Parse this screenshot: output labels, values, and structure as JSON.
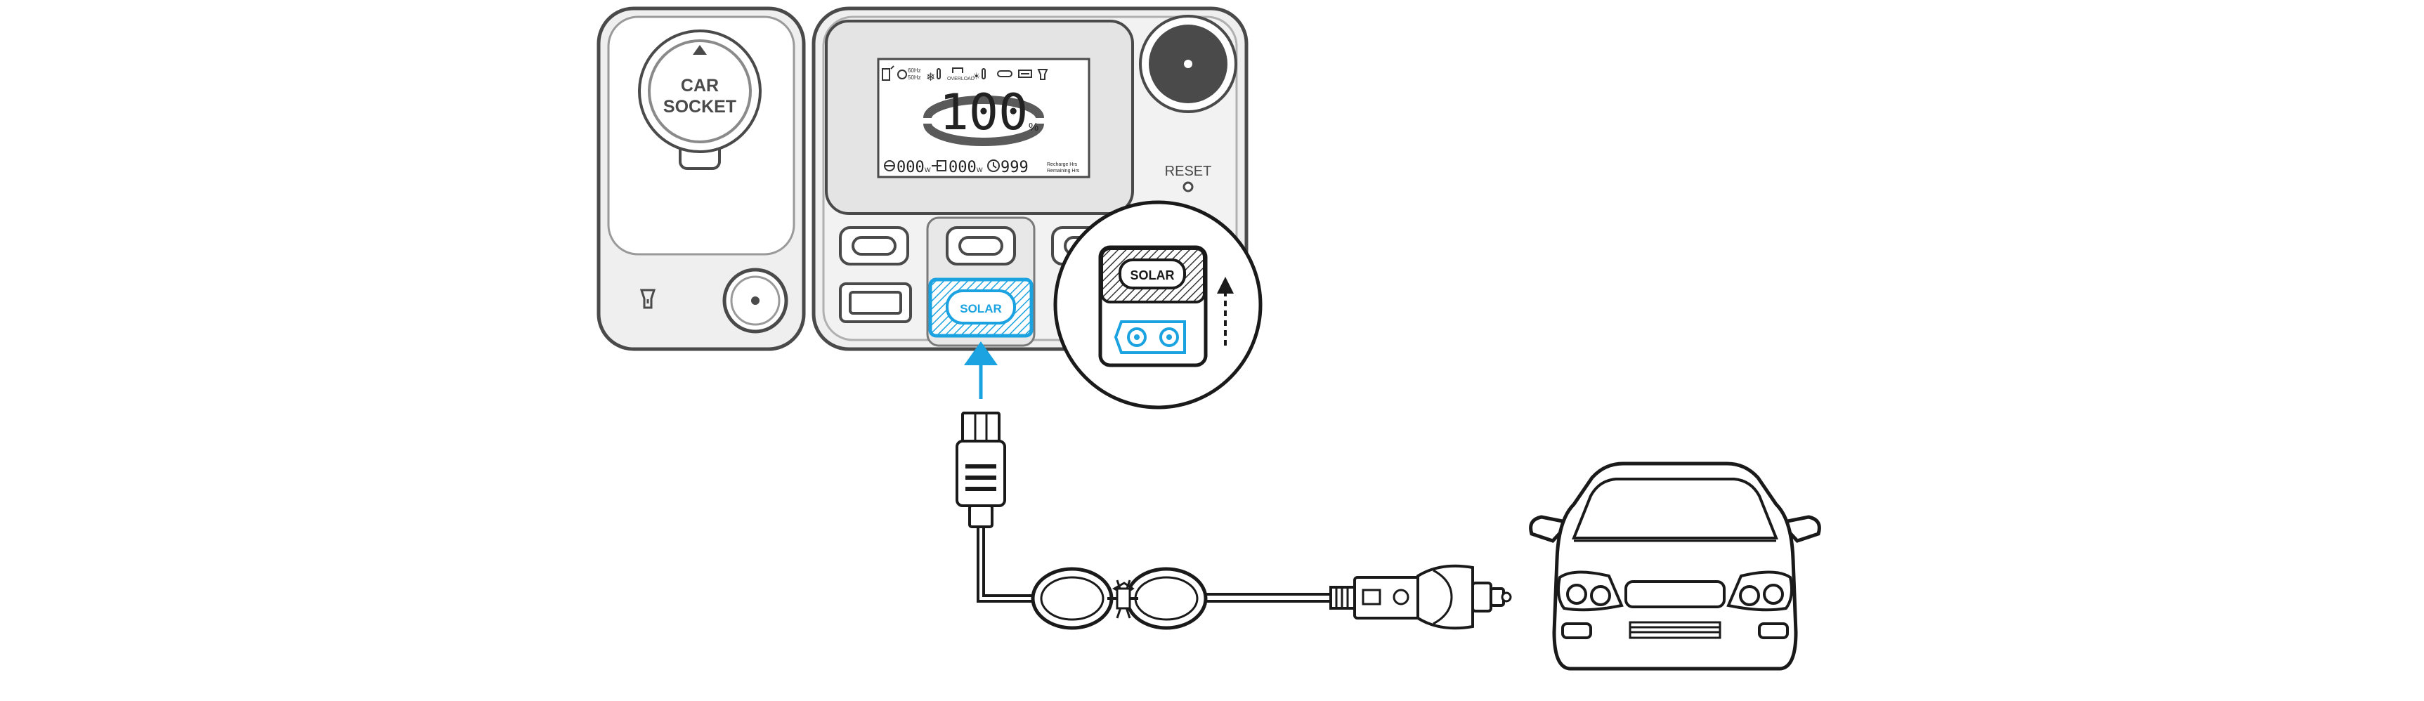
{
  "device": {
    "car_socket_label_line1": "CAR",
    "car_socket_label_line2": "SOCKET",
    "reset_label": "RESET"
  },
  "lcd": {
    "freq_top": "60Hz",
    "freq_bottom": "50Hz",
    "overload_label": "OVERLOAD",
    "battery_percent": "100",
    "percent_sign": "%",
    "output_watts": "000",
    "output_unit": "W",
    "input_watts": "000",
    "input_unit": "W",
    "time_value": "999",
    "recharge_label": "Recharge Hrs",
    "remaining_label": "Remaining Hrs"
  },
  "ports": {
    "solar_label": "SOLAR",
    "zoom_solar_label": "SOLAR"
  },
  "colors": {
    "outline": "#4a4a4a",
    "device_fill": "#efefef",
    "panel_fill": "#e6e6e6",
    "accent_blue": "#1aa3e0",
    "dark_outline": "#1a1a1a"
  }
}
